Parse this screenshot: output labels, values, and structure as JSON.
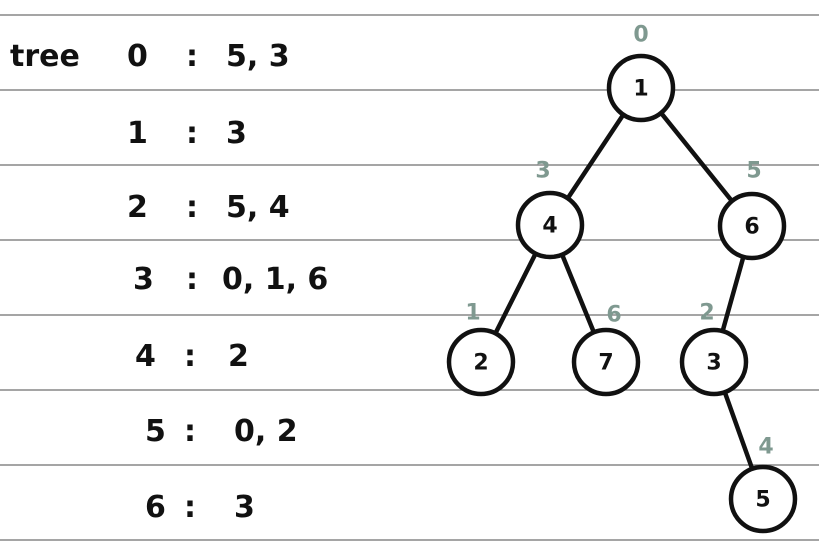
{
  "colors": {
    "ink": "#111111",
    "rule": "#6f6f6f",
    "index": "#7f9990",
    "paper": "#ffffff"
  },
  "table": {
    "label": "tree",
    "rows": [
      {
        "key": "0",
        "sep": ":",
        "value": "5, 3"
      },
      {
        "key": "1",
        "sep": ":",
        "value": "3"
      },
      {
        "key": "2",
        "sep": ":",
        "value": "5, 4"
      },
      {
        "key": "3",
        "sep": ":",
        "value": "0, 1, 6"
      },
      {
        "key": "4",
        "sep": ":",
        "value": "2"
      },
      {
        "key": "5",
        "sep": ":",
        "value": "0, 2"
      },
      {
        "key": "6",
        "sep": ":",
        "value": "3"
      }
    ]
  },
  "tree": {
    "nodes": [
      {
        "id": "n0",
        "label": "1",
        "index": "0"
      },
      {
        "id": "n3",
        "label": "4",
        "index": "3"
      },
      {
        "id": "n5",
        "label": "6",
        "index": "5"
      },
      {
        "id": "n1",
        "label": "2",
        "index": "1"
      },
      {
        "id": "n6",
        "label": "7",
        "index": "6"
      },
      {
        "id": "n2",
        "label": "3",
        "index": "2"
      },
      {
        "id": "n4",
        "label": "5",
        "index": "4"
      }
    ],
    "edges": [
      [
        "n0",
        "n3"
      ],
      [
        "n0",
        "n5"
      ],
      [
        "n3",
        "n1"
      ],
      [
        "n3",
        "n6"
      ],
      [
        "n5",
        "n2"
      ],
      [
        "n2",
        "n4"
      ]
    ]
  }
}
